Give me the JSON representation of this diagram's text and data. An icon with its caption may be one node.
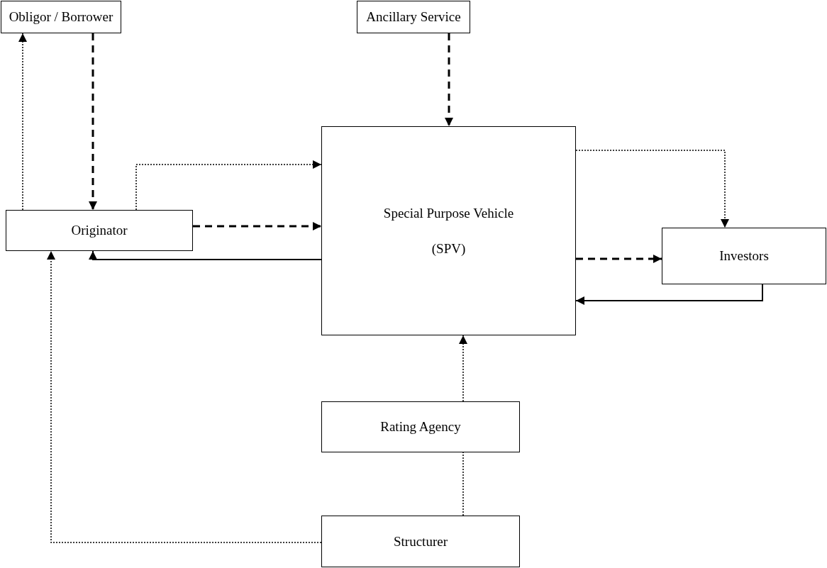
{
  "diagram": {
    "nodes": [
      {
        "text": [
          "Obligor / Borrower"
        ]
      },
      {
        "text": [
          "Ancillary Service"
        ]
      },
      {
        "text": [
          "Special Purpose Vehicle",
          "(SPV)"
        ]
      },
      {
        "text": [
          "Originator"
        ]
      },
      {
        "text": [
          "Investors"
        ]
      },
      {
        "text": [
          "Rating Agency"
        ]
      },
      {
        "text": [
          "Structurer"
        ]
      }
    ],
    "edges": [
      {
        "from": 3,
        "to": 0,
        "arrow": "to",
        "style": "dashed"
      },
      {
        "from": 0,
        "to": 3,
        "arrow": "to",
        "style": "dashed"
      },
      {
        "from": 1,
        "to": 2,
        "arrow": "to",
        "style": "dashed"
      },
      {
        "from": 3,
        "to": 2,
        "arrow": "to",
        "style": "dashed"
      },
      {
        "from": 3,
        "to": 2,
        "arrow": "to",
        "style": "dashed"
      },
      {
        "from": 2,
        "to": 3,
        "arrow": "to"
      },
      {
        "from": 2,
        "to": 4,
        "arrow": "to",
        "style": "dashed"
      },
      {
        "from": 2,
        "to": 4,
        "arrow": "to",
        "style": "dashed"
      },
      {
        "from": 4,
        "to": 2,
        "arrow": "to"
      },
      {
        "from": 5,
        "to": 2,
        "arrow": "to",
        "style": "dashed"
      },
      {
        "from": 6,
        "to": 5,
        "arrow": "none",
        "style": "dashed"
      },
      {
        "from": 6,
        "to": 3,
        "arrow": "to",
        "style": "dashed"
      }
    ]
  }
}
